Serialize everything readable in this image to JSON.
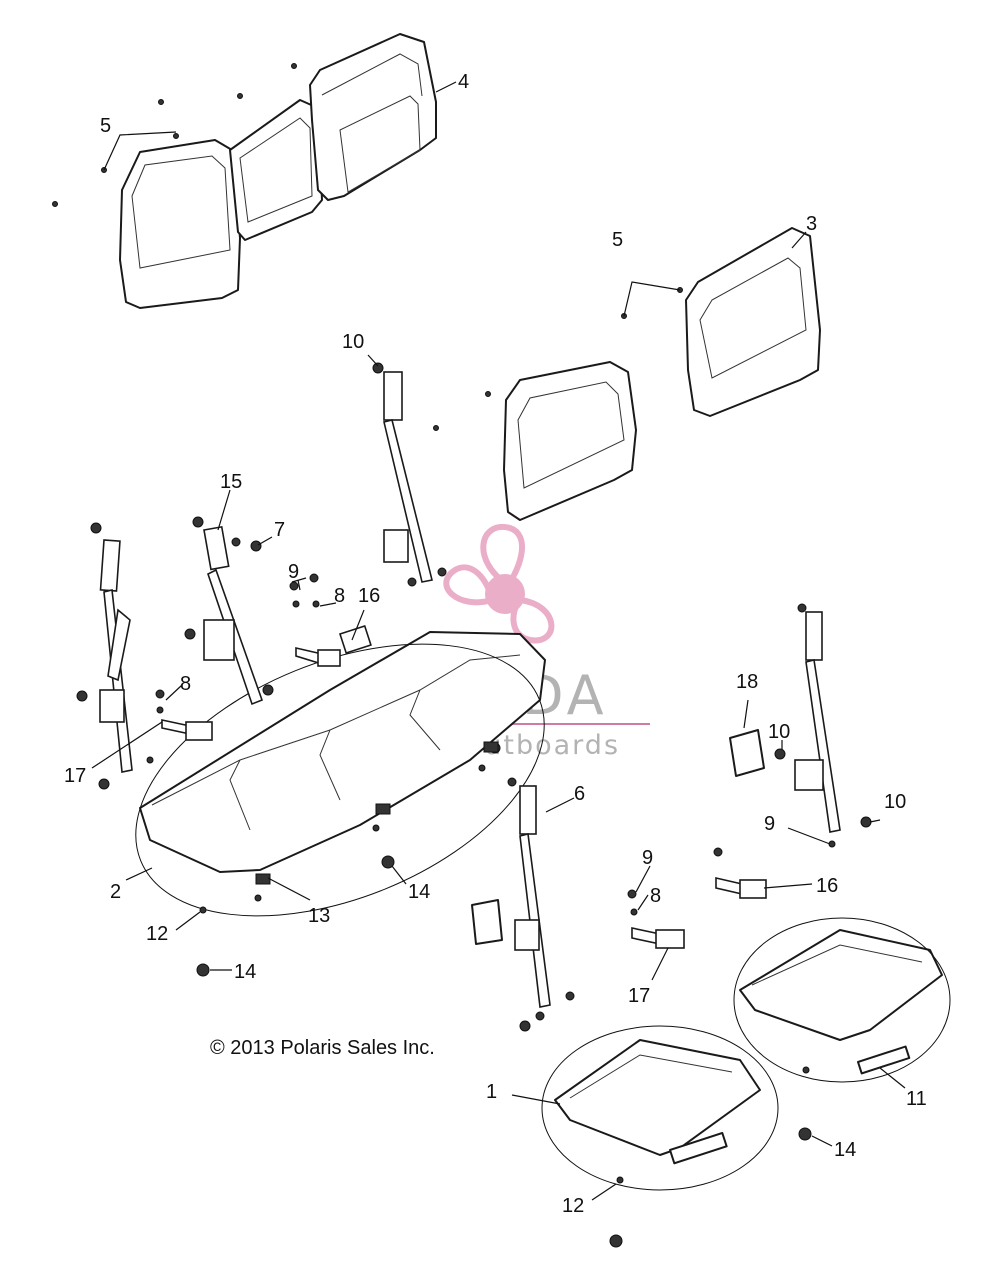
{
  "copyright": "© 2013 Polaris Sales Inc.",
  "watermark": {
    "brand": "ARMADA",
    "tagline": "marine outboards",
    "accent_color": "#e8a0c0",
    "line_color": "#d27aa6",
    "icon": "propeller-logo"
  },
  "callouts": {
    "c1": "1",
    "c2": "2",
    "c3": "3",
    "c4": "4",
    "c5a": "5",
    "c5b": "5",
    "c6": "6",
    "c7": "7",
    "c8a": "8",
    "c8b": "8",
    "c8c": "8",
    "c9a": "9",
    "c9b": "9",
    "c9c": "9",
    "c10a": "10",
    "c10b": "10",
    "c10c": "10",
    "c11": "11",
    "c12a": "12",
    "c12b": "12",
    "c13": "13",
    "c14a": "14",
    "c14b": "14",
    "c14c": "14",
    "c15": "15",
    "c16a": "16",
    "c16b": "16",
    "c17a": "17",
    "c17b": "17",
    "c18": "18"
  }
}
